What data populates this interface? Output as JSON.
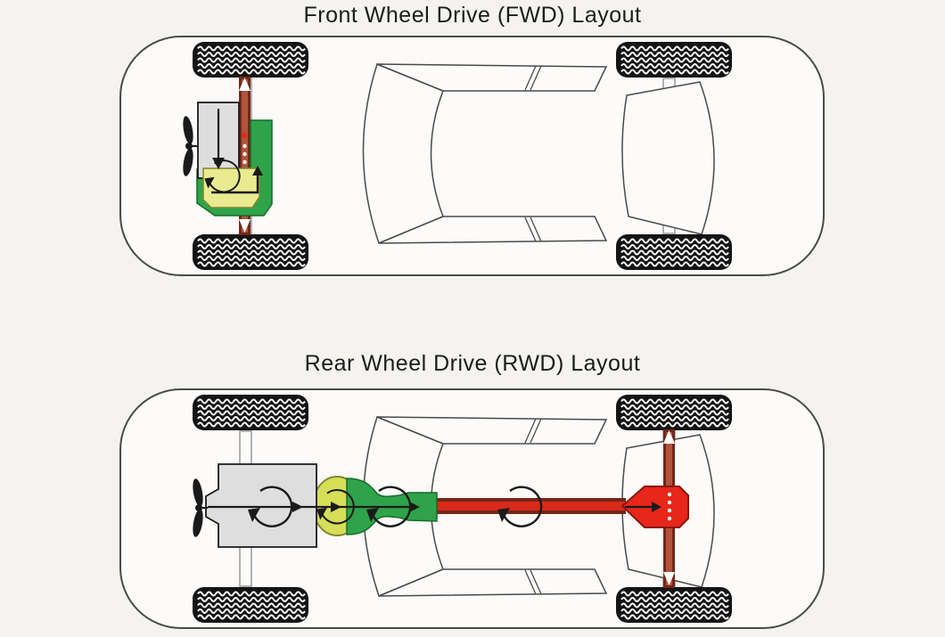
{
  "page": {
    "background": "#f4f3f0"
  },
  "fwd": {
    "title": "Front Wheel Drive (FWD) Layout",
    "components": [
      "radiator-fan",
      "engine",
      "transmission",
      "transaxle-differential",
      "front-drive-axle",
      "nondriven-rear-axle",
      "front-wheels",
      "rear-wheels",
      "power-flow-arrows",
      "rotation-arrow"
    ]
  },
  "rwd": {
    "title": "Rear Wheel Drive (RWD) Layout",
    "components": [
      "radiator-fan",
      "engine",
      "transmission",
      "driveshaft",
      "rear-differential",
      "rear-drive-axle",
      "nondriven-front-axle",
      "front-wheels",
      "rear-wheels",
      "power-flow-arrows",
      "rotation-arrows"
    ]
  },
  "colors": {
    "background": "#f4f3f0",
    "car_body_fill": "#fcfbf9",
    "outline": "#4a4a4a",
    "ink": "#1a1a1a",
    "wheel_black": "#141414",
    "tread_white": "#f5f5f5",
    "engine_gray": "#dedede",
    "drivetrain_green": "#2fa349",
    "green_stroke": "#156b2a",
    "transmission_yellow_fwd": "#eaeb90",
    "transmission_yellow_rwd": "#d6de58",
    "yellow_stroke": "#82862e",
    "axle_dark_red": "#742718",
    "axle_core_red": "#b0543e",
    "shaft_red": "#d92a1c",
    "differential_red": "#e8261a",
    "diff_stroke": "#8d1508",
    "nondriven_axle_gray": "#aaaaaa",
    "white": "#ffffff"
  }
}
